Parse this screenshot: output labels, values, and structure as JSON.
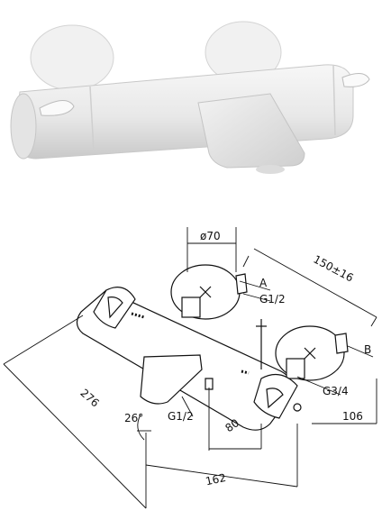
{
  "drawing": {
    "dimensions": {
      "diameter": "ø70",
      "centers": "150±16",
      "port_a": "A",
      "port_b": "B",
      "thread_a": "G1/2",
      "thread_b": "G3/4",
      "length": "276",
      "angle": "26°",
      "spout_thread": "G1/2",
      "offset_80": "80",
      "depth": "106",
      "width": "162"
    }
  },
  "colors": {
    "product_body": "#ececec",
    "product_shade": "#cfcfcf",
    "line": "#111111"
  }
}
